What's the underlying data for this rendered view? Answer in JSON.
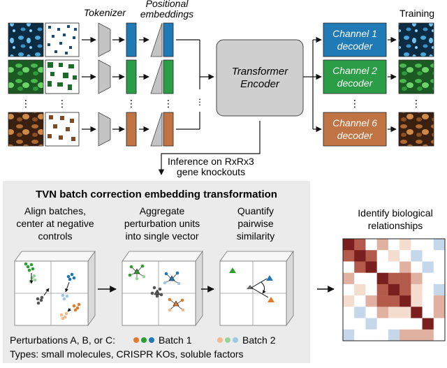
{
  "top": {
    "tokenizer_label": "Tokenizer",
    "positional_label_line1": "Positional",
    "positional_label_line2": "embeddings",
    "training_label": "Training",
    "encoder_line1": "Transformer",
    "encoder_line2": "Encoder",
    "decoders": [
      {
        "line1": "Channel 1",
        "line2": "decoder",
        "color": "#1f7ab5"
      },
      {
        "line1": "Channel 2",
        "line2": "decoder",
        "color": "#2a9d46"
      },
      {
        "line1": "Channel 6",
        "line2": "decoder",
        "color": "#c07343"
      }
    ],
    "ellipsis": "⋮",
    "inference_line1": "Inference on RxRx3",
    "inference_line2": "gene knockouts"
  },
  "panel": {
    "title": "TVN batch correction embedding transformation",
    "steps": [
      {
        "line1": "Align batches,",
        "line2": "center at negative",
        "line3": "controls"
      },
      {
        "line1": "Aggregate",
        "line2": "perturbation units",
        "line3": "into single vector"
      },
      {
        "line1": "Quantify",
        "line2": "pairwise",
        "line3": "similarity"
      }
    ],
    "legend_perturbations": "Perturbations A, B, or C:",
    "legend_batch1": "Batch 1",
    "legend_batch2": "Batch 2",
    "types_line": "Types: small molecules, CRISPR KOs, soluble factors"
  },
  "right": {
    "title_line1": "Identify biological",
    "title_line2": "relationships"
  },
  "colors": {
    "blue": "#1f77b4",
    "green": "#2ca02c",
    "orange": "#e07b2a",
    "panel_bg": "#ebebeb",
    "encoder_fill": "#cfcfcf"
  }
}
